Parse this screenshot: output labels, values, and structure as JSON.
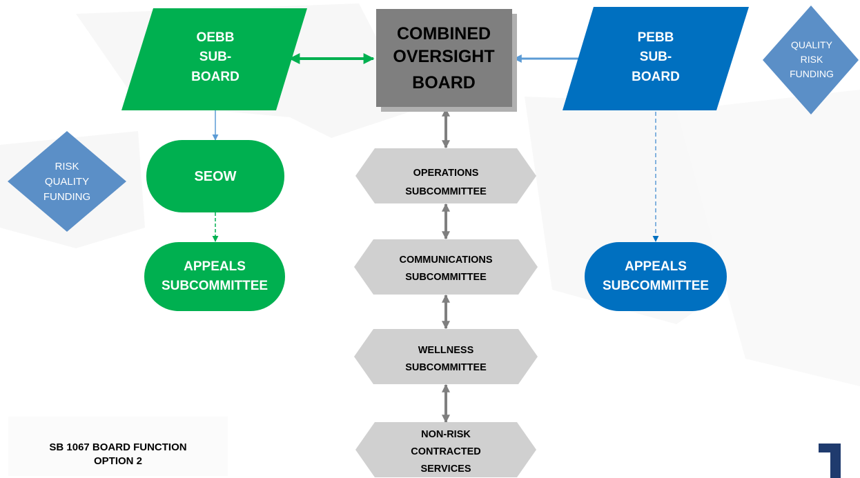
{
  "combined_board": {
    "line1": "COMBINED",
    "line2": "OVERSIGHT",
    "line3": "BOARD"
  },
  "oebb_board": {
    "line1": "OEBB",
    "line2": "SUB-",
    "line3": "BOARD"
  },
  "pebb_board": {
    "line1": "PEBB",
    "line2": "SUB-",
    "line3": "BOARD"
  },
  "seow": {
    "label": "SEOW"
  },
  "oebb_appeals": {
    "line1": "APPEALS",
    "line2": "SUBCOMMITTEE"
  },
  "pebb_appeals": {
    "line1": "APPEALS",
    "line2": "SUBCOMMITTEE"
  },
  "left_diamond": {
    "line1": "RISK",
    "line2": "QUALITY",
    "line3": "FUNDING"
  },
  "right_diamond": {
    "line1": "QUALITY",
    "line2": "RISK",
    "line3": "FUNDING"
  },
  "subcommittees": [
    {
      "line1": "OPERATIONS",
      "line2": "SUBCOMMITTEE"
    },
    {
      "line1": "COMMUNICATIONS",
      "line2": "SUBCOMMITTEE"
    },
    {
      "line1": "WELLNESS",
      "line2": "SUBCOMMITTEE"
    },
    {
      "line1": "NON-RISK",
      "line2": "CONTRACTED",
      "line3": "SERVICES"
    }
  ],
  "footer": {
    "line1": "SB 1067 BOARD FUNCTION",
    "line2": "OPTION 2"
  },
  "colors": {
    "green": "#00b050",
    "blue": "#0070c0",
    "gray_box": "#7f7f7f",
    "hex_gray": "#d0d0d0",
    "diamond": "#5b8fc7"
  }
}
